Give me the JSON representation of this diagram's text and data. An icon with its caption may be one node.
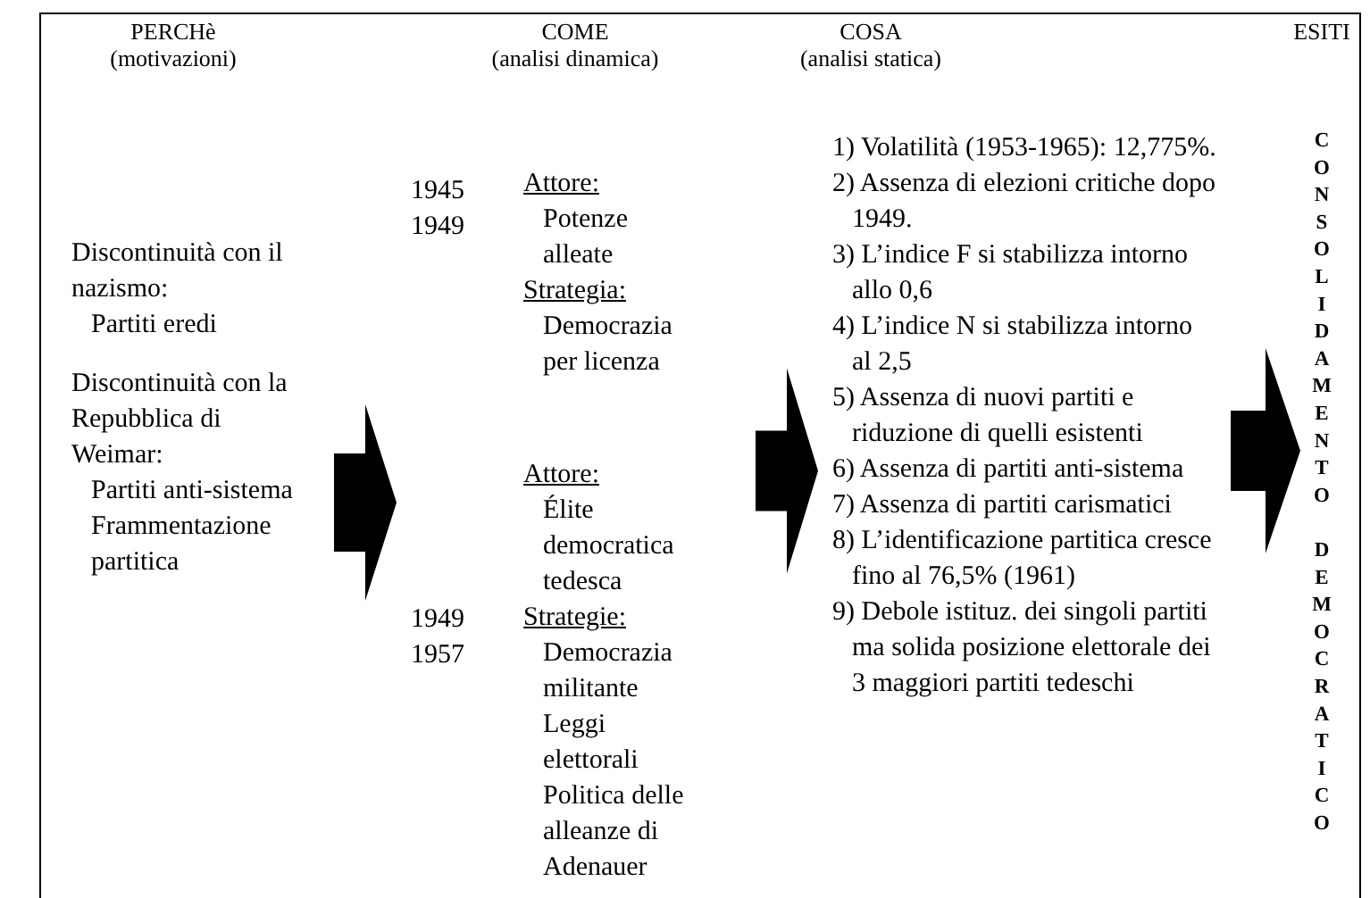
{
  "diagram": {
    "nodes": [
      {
        "text": [
          "Discontinuità con il nazismo:",
          "Partiti eredi",
          "Discontinuità con la Repubblica di Weimar:",
          "Partiti anti-sistema",
          "Frammentazione partitica"
        ]
      },
      {
        "text": [
          "Attore:",
          "Potenze alleate",
          "Strategia:",
          "Democrazia per licenza",
          "Attore:",
          "Élite democratica tedesca",
          "Strategie:",
          "Democrazia militante",
          "Leggi elettorali",
          "Politica delle alleanze di Adenauer"
        ],
        "beside": [
          "1945 1949",
          "1949 1957"
        ]
      },
      {
        "text": [
          "1) Volatilità (1953-1965): 12,775%.",
          "2) Assenza di elezioni critiche dopo 1949.",
          "3) L’indice F si stabilizza intorno allo 0,6",
          "4) L’indice N si stabilizza intorno al 2,5",
          "5) Assenza di nuovi partiti e riduzione di quelli esistenti",
          "6) Assenza di partiti anti-sistema",
          "7) Assenza di partiti carismatici",
          "8) L’identificazione partitica cresce fino al 76,5% (1961)",
          "9) Debole istituz. dei singoli partiti ma solida posizione elettorale dei 3 maggiori partiti tedeschi"
        ]
      },
      {
        "text": [
          "CONSOLIDAMENTO DEMOCRATICO"
        ]
      }
    ],
    "edges": [
      {
        "from": 0,
        "to": 1,
        "arrow": "to"
      },
      {
        "from": 1,
        "to": 2,
        "arrow": "to"
      },
      {
        "from": 2,
        "to": 3,
        "arrow": "to"
      }
    ],
    "labels": [
      "PERCHè (motivazioni)",
      "COME (analisi dinamica)",
      "COSA (analisi statica)",
      "ESITI"
    ]
  }
}
